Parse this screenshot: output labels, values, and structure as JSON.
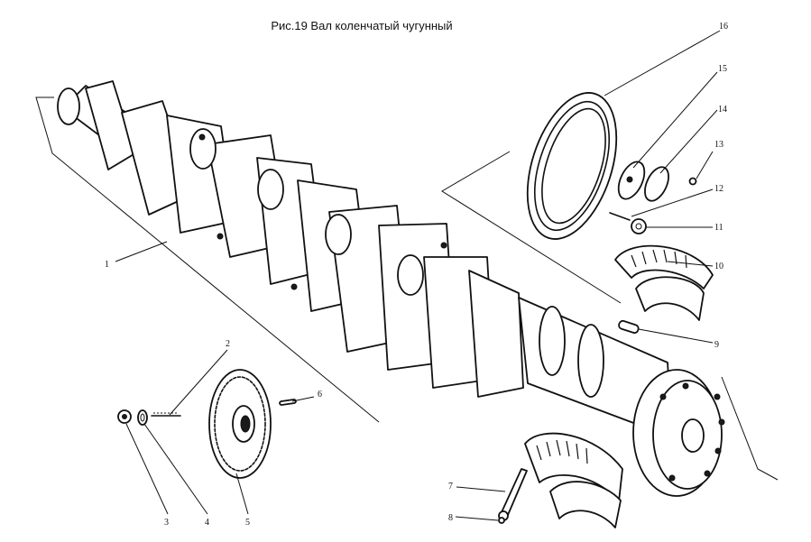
{
  "figure": {
    "title": "Рис.19 Вал коленчатый чугунный"
  },
  "callouts": [
    "1",
    "2",
    "3",
    "4",
    "5",
    "6",
    "7",
    "8",
    "9",
    "10",
    "11",
    "12",
    "13",
    "14",
    "15",
    "16"
  ]
}
